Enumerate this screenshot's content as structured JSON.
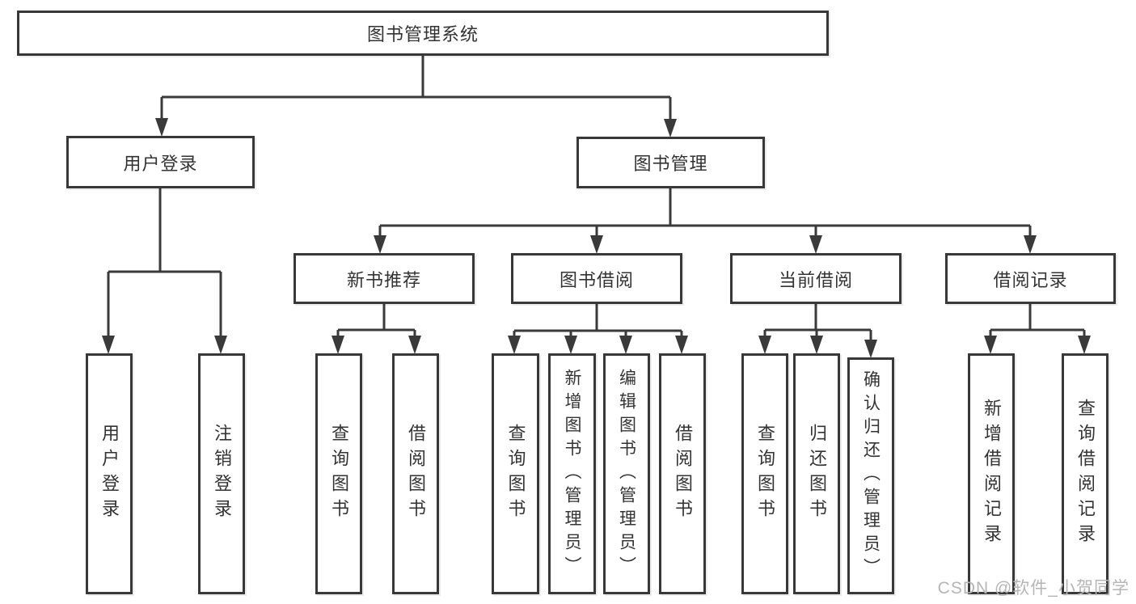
{
  "title": "图书管理系统",
  "nodes": {
    "root": "图书管理系统",
    "user_login": "用户登录",
    "book_mgmt": "图书管理",
    "new_book_rec": "新书推荐",
    "book_borrow": "图书借阅",
    "current_borrow": "当前借阅",
    "borrow_records": "借阅记录",
    "leaf_user_login": "用户登录",
    "leaf_logout": "注销登录",
    "rec_query_book": "查询图书",
    "rec_borrow_book": "借阅图书",
    "bb_query_book": "查询图书",
    "bb_add_book": "新增图书（管理员）",
    "bb_edit_book": "编辑图书（管理员）",
    "bb_borrow_book": "借阅图书",
    "cb_query_book": "查询图书",
    "cb_return_book": "归还图书",
    "cb_confirm_return": "确认归还（管理员）",
    "br_add_record": "新增借阅记录",
    "br_query_record": "查询借阅记录"
  },
  "hierarchy": {
    "图书管理系统": {
      "用户登录": [
        "用户登录",
        "注销登录"
      ],
      "图书管理": {
        "新书推荐": [
          "查询图书",
          "借阅图书"
        ],
        "图书借阅": [
          "查询图书",
          "新增图书（管理员）",
          "编辑图书（管理员）",
          "借阅图书"
        ],
        "当前借阅": [
          "查询图书",
          "归还图书",
          "确认归还（管理员）"
        ],
        "借阅记录": [
          "新增借阅记录",
          "查询借阅记录"
        ]
      }
    }
  },
  "watermark": "CSDN @软件_小贺同学",
  "colors": {
    "line": "#3a3a3a",
    "box_border": "#383838",
    "text": "#333333",
    "watermark": "#b5b5b5",
    "background": "#ffffff"
  }
}
